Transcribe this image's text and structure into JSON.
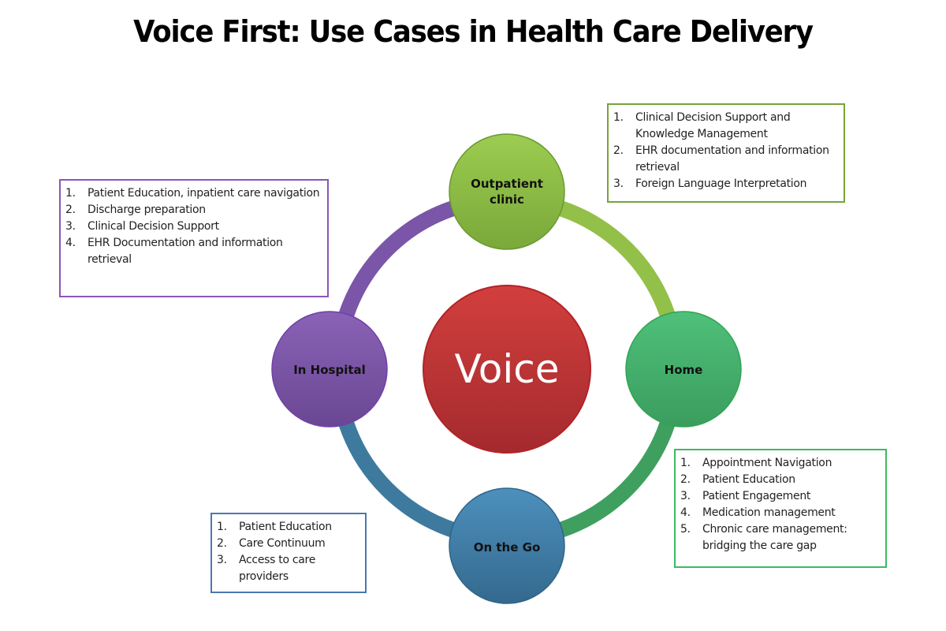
{
  "title": "Voice First: Use Cases in Health Care Delivery",
  "center": {
    "label": "Voice",
    "color": "#c0363a"
  },
  "nodes": [
    {
      "id": "outpatient",
      "label_lines": [
        "Outpatient",
        "clinic"
      ],
      "color": "#8cbd45"
    },
    {
      "id": "home",
      "label_lines": [
        "Home"
      ],
      "color": "#42b26a"
    },
    {
      "id": "on-the-go",
      "label_lines": [
        "On the Go"
      ],
      "color": "#3d7ea8"
    },
    {
      "id": "in-hospital",
      "label_lines": [
        "In Hospital"
      ],
      "color": "#7d56a8"
    }
  ],
  "boxes": {
    "outpatient": {
      "border_color": "#77a33a",
      "items": [
        {
          "num": "1.",
          "text": "Clinical Decision Support and Knowledge Management"
        },
        {
          "num": "2.",
          "text": "EHR documentation and information retrieval"
        },
        {
          "num": "3.",
          "text": "Foreign Language Interpretation"
        }
      ]
    },
    "in_hospital": {
      "border_color": "#8a55b8",
      "items": [
        {
          "num": "1.",
          "text": "Patient Education, inpatient care navigation"
        },
        {
          "num": "2.",
          "text": "Discharge preparation"
        },
        {
          "num": "3.",
          "text": "Clinical Decision Support"
        },
        {
          "num": "4.",
          "text": "EHR Documentation and information retrieval"
        }
      ]
    },
    "home": {
      "border_color": "#3dba62",
      "items": [
        {
          "num": "1.",
          "text": "Appointment Navigation"
        },
        {
          "num": "2.",
          "text": "Patient Education"
        },
        {
          "num": "3.",
          "text": "Patient Engagement"
        },
        {
          "num": "4.",
          "text": "Medication management"
        },
        {
          "num": "5.",
          "text": "Chronic care management: bridging the care gap"
        }
      ]
    },
    "on_the_go": {
      "border_color": "#4a78b0",
      "items": [
        {
          "num": "1.",
          "text": "Patient Education"
        },
        {
          "num": "2.",
          "text": "Care Continuum"
        },
        {
          "num": "3.",
          "text": "Access to care providers"
        }
      ]
    }
  }
}
